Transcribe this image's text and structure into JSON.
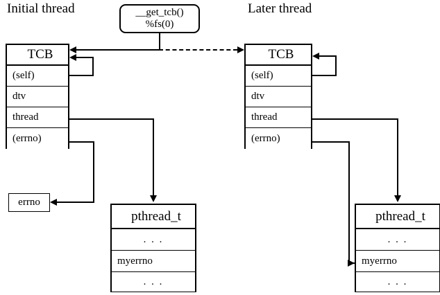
{
  "diagram": {
    "titles": {
      "initial_thread": "Initial thread",
      "later_thread": "Later thread"
    },
    "callout": {
      "line1": "__get_tcb()",
      "line2": "%fs(0)"
    },
    "initial_tcb": {
      "header": "TCB",
      "fields": [
        "(self)",
        "dtv",
        "thread",
        "(errno)"
      ]
    },
    "later_tcb": {
      "header": "TCB",
      "fields": [
        "(self)",
        "dtv",
        "thread",
        "(errno)"
      ]
    },
    "errno_box": {
      "label": "errno"
    },
    "initial_pthread": {
      "header": "pthread_t",
      "fields": [
        ". . .",
        "myerrno",
        ". . ."
      ]
    },
    "later_pthread": {
      "header": "pthread_t",
      "fields": [
        ". . .",
        "myerrno",
        ". . ."
      ]
    },
    "colors": {
      "ink": "#000000",
      "paper": "#ffffff"
    }
  }
}
